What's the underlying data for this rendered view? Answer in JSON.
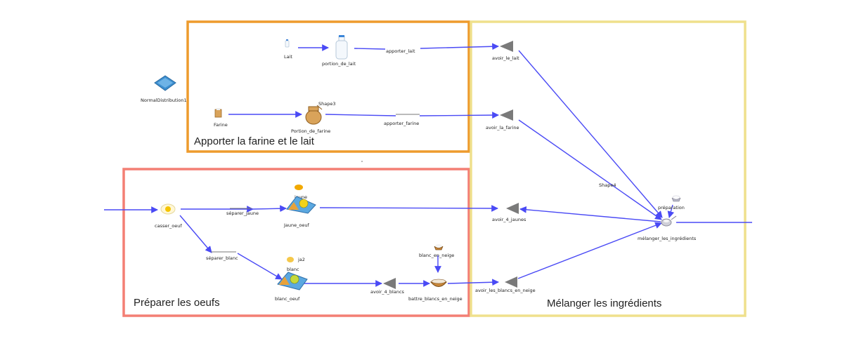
{
  "frames": [
    {
      "id": "milk-flour",
      "title": "Apporter la farine et le lait",
      "color": "#ee9b2d"
    },
    {
      "id": "eggs",
      "title": "Préparer les oeufs",
      "color": "#f37f74"
    },
    {
      "id": "mix",
      "title": "Mélanger les ingrédients",
      "color": "#efe08c"
    }
  ],
  "nodes": {
    "normal_distribution": "NormalDistribution1",
    "lait": "Lait",
    "portion_de_lait": "portion_de_lait",
    "apporter_lait": "apporter_lait",
    "avoir_le_lait": "avoir_le_lait",
    "shape3": "Shape3",
    "farine": "Farine",
    "portion_de_farine": "Portion_de_farine",
    "apporter_farine": "apporter_farine",
    "avoir_la_farine": "avoir_la_farine",
    "shape4": "Shape4",
    "casser_oeuf": "casser_oeuf",
    "separer_jaune": "séparer_jaune",
    "jaune": "jaune",
    "jaune_oeuf": "Jaune_oeuf",
    "avoir_4_jaunes": "avoir_4_jaunes",
    "separer_blanc": "séparer_blanc",
    "blanc": "blanc",
    "blanc_oeuf": "blanc_oeuf",
    "ja2": "ja2",
    "avoir_4_blancs": "avoir_4_blancs",
    "blanc_en_neige": "blanc_en_neige",
    "battre_blancs": "battre_blancs_en_neige",
    "avoir_les_blancs": "avoir_les_blancs_en_neige",
    "preparation": "préparation",
    "melanger": "mélanger_les_ingrédients"
  },
  "colors": {
    "edge": "#4a4af5",
    "delay": "#7a7a7a"
  }
}
